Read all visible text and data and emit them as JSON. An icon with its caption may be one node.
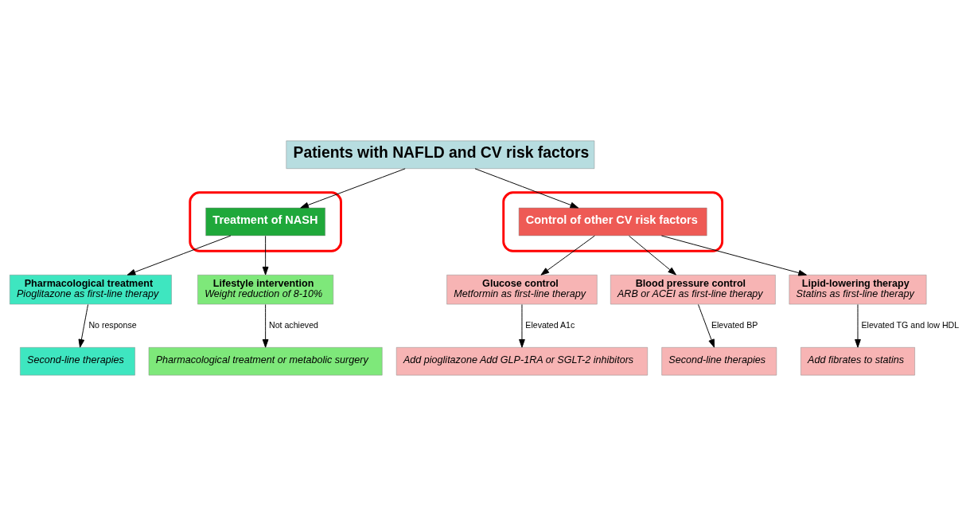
{
  "diagram": {
    "nodes": [
      {
        "text": [
          "Patients with NAFLD and CV risk factors"
        ]
      },
      {
        "text": [],
        "shape": "ellipse"
      },
      {
        "text": [
          "Treatment of NASH"
        ],
        "in": 1
      },
      {
        "text": [],
        "shape": "ellipse"
      },
      {
        "text": [
          "Control of other CV risk factors"
        ],
        "in": 3
      },
      {
        "text": [
          "Pharmacological treatment",
          "Pioglitazone as first-line therapy"
        ]
      },
      {
        "text": [
          "Lifestyle intervention",
          "Weight reduction of 8-10%"
        ]
      },
      {
        "text": [
          "Glucose control",
          "Metformin as first-line therapy"
        ]
      },
      {
        "text": [
          "Blood pressure control",
          "ARB or ACEI as first-line therapy"
        ]
      },
      {
        "text": [
          "Lipid-lowering therapy",
          "Statins as first-line therapy"
        ]
      },
      {
        "text": [
          "Second-line therapies"
        ]
      },
      {
        "text": [
          "Pharmacological treatment or metabolic surgery"
        ]
      },
      {
        "text": [
          "Add pioglitazone Add GLP-1RA or SGLT-2 inhibitors"
        ]
      },
      {
        "text": [
          "Second-line therapies"
        ]
      },
      {
        "text": [
          "Add fibrates to statins"
        ]
      }
    ],
    "edges": [
      {
        "from": 0,
        "to": 2,
        "arrow": "to"
      },
      {
        "from": 0,
        "to": 4,
        "arrow": "to"
      },
      {
        "from": 2,
        "to": 5,
        "arrow": "to"
      },
      {
        "from": 2,
        "to": 6,
        "arrow": "to"
      },
      {
        "from": 4,
        "to": 7,
        "arrow": "to"
      },
      {
        "from": 4,
        "to": 8,
        "arrow": "to"
      },
      {
        "from": 4,
        "to": 9,
        "arrow": "to"
      },
      {
        "from": 5,
        "to": 10,
        "label": "No response",
        "arrow": "to"
      },
      {
        "from": 6,
        "to": 11,
        "label": "Not achieved",
        "arrow": "to"
      },
      {
        "from": 7,
        "to": 12,
        "label": "Elevated A1c",
        "arrow": "to"
      },
      {
        "from": 8,
        "to": 13,
        "label": "Elevated BP",
        "arrow": "to"
      },
      {
        "from": 9,
        "to": 14,
        "label": "Elevated TG and low HDL",
        "arrow": "to"
      }
    ]
  }
}
